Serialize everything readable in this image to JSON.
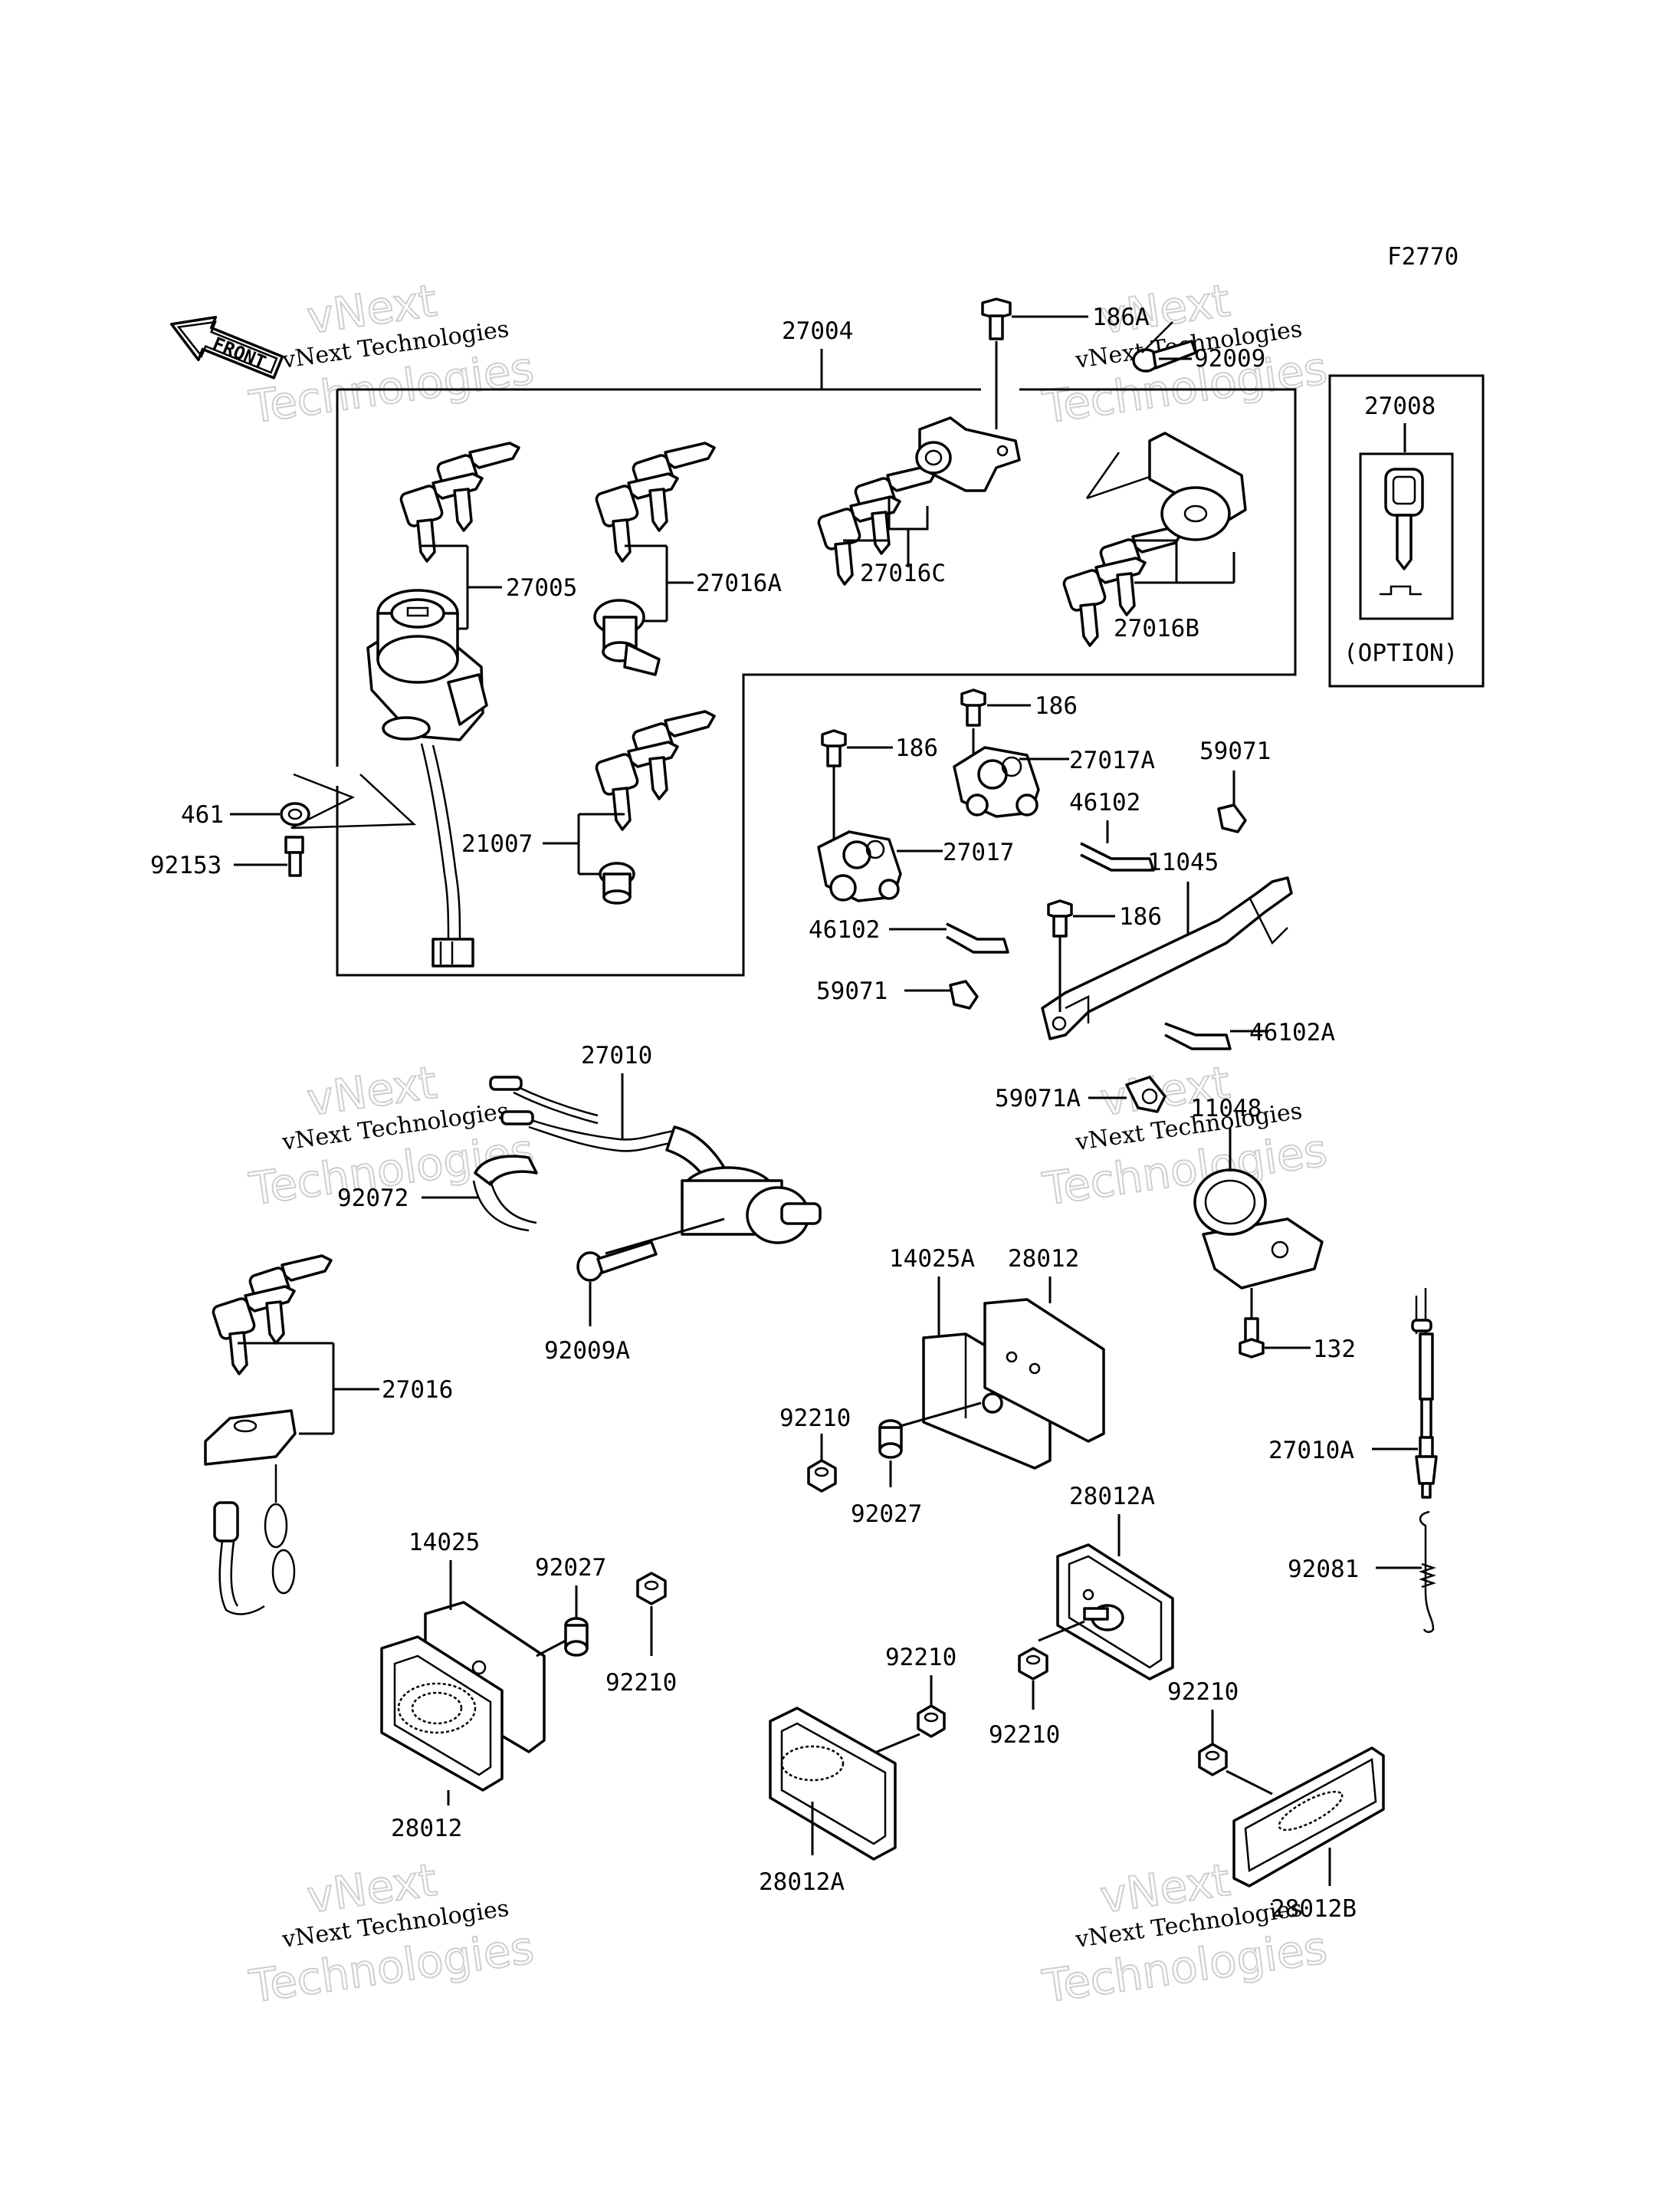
{
  "figure_code": "F2770",
  "front_arrow": "FRONT",
  "option_box": {
    "part": "27008",
    "note": "(OPTION)"
  },
  "watermark": {
    "line1": "vNext Technologies",
    "line2": "vNext",
    "line3": "Technologies"
  },
  "labels": {
    "p27004": "27004",
    "p186A": "186A",
    "p92009": "92009",
    "p27005": "27005",
    "p27016A": "27016A",
    "p27016C": "27016C",
    "p27016B": "27016B",
    "p461": "461",
    "p92153": "92153",
    "p21007": "21007",
    "p186_1": "186",
    "p186_2": "186",
    "p27017A": "27017A",
    "p59071_1": "59071",
    "p46102_1": "46102",
    "p27017": "27017",
    "p11045": "11045",
    "p46102_2": "46102",
    "p186_3": "186",
    "p59071_2": "59071",
    "p46102A": "46102A",
    "p27010": "27010",
    "p59071A": "59071A",
    "p11048": "11048",
    "p92072": "92072",
    "p92009A": "92009A",
    "p14025A": "14025A",
    "p28012_1": "28012",
    "p132": "132",
    "p27016": "27016",
    "p92210_1": "92210",
    "p92027_1": "92027",
    "p27010A": "27010A",
    "p28012A_1": "28012A",
    "p14025": "14025",
    "p92027_2": "92027",
    "p92081": "92081",
    "p92210_2": "92210",
    "p92210_3": "92210",
    "p92210_4": "92210",
    "p92210_5": "92210",
    "p28012_2": "28012",
    "p28012A_2": "28012A",
    "p28012B": "28012B"
  }
}
